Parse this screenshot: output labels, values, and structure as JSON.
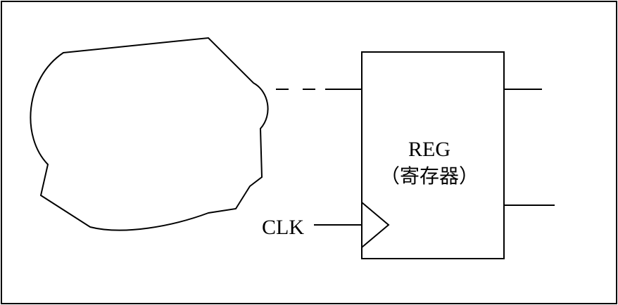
{
  "diagram": {
    "register": {
      "name": "REG",
      "subtitle": "（寄存器）"
    },
    "clock_label": "CLK",
    "colors": {
      "line": "#000000",
      "background": "#ffffff"
    }
  }
}
